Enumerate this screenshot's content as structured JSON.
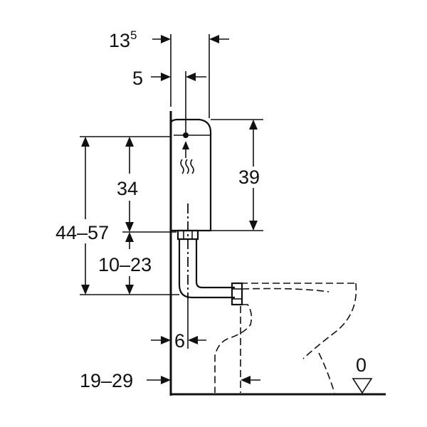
{
  "labels": {
    "d_13_base": "13",
    "d_13_sup": "5",
    "d_5": "5",
    "d_34": "34",
    "d_39": "39",
    "d_44_57": "44–57",
    "d_10_23": "10–23",
    "d_6": "6",
    "d_19_29": "19–29",
    "floor_zero": "0"
  }
}
